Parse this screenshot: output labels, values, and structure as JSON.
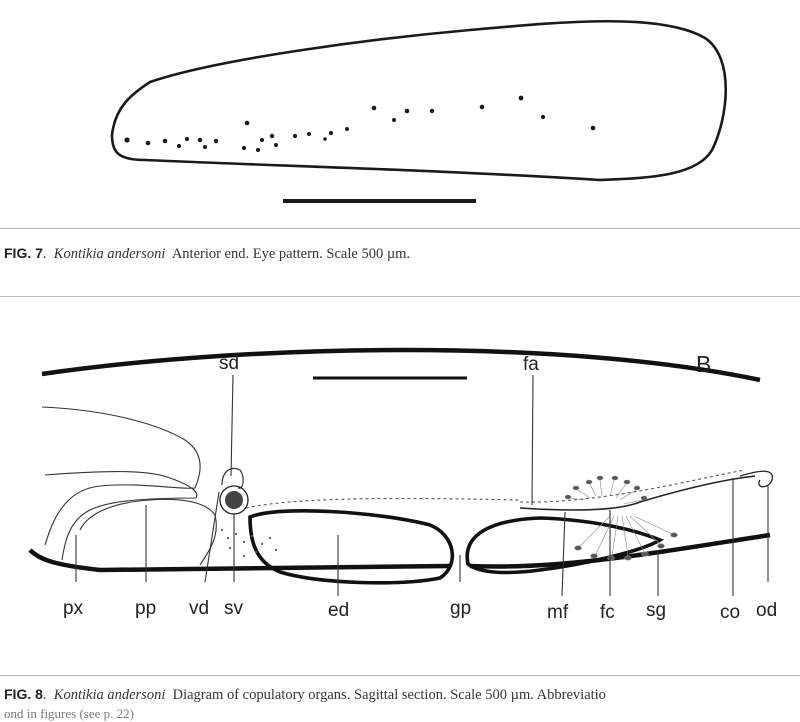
{
  "fig7": {
    "label": "FIG. 7",
    "species": "Kontikia andersoni",
    "text": "Anterior end. Eye pattern. Scale 500 µm."
  },
  "fig8": {
    "panel_letter": "B",
    "label": "FIG. 8",
    "species": "Kontikia andersoni",
    "text": "Diagram of copulatory organs. Sagittal section. Scale 500 µm. Abbreviatio",
    "continuation": "ond in figures (see p. 22)",
    "abbreviations": {
      "sd": "sd",
      "fa": "fa",
      "px": "px",
      "pp": "pp",
      "vd": "vd",
      "sv": "sv",
      "ed": "ed",
      "gp": "gp",
      "mf": "mf",
      "fc": "fc",
      "sg": "sg",
      "co": "co",
      "od": "od"
    }
  }
}
